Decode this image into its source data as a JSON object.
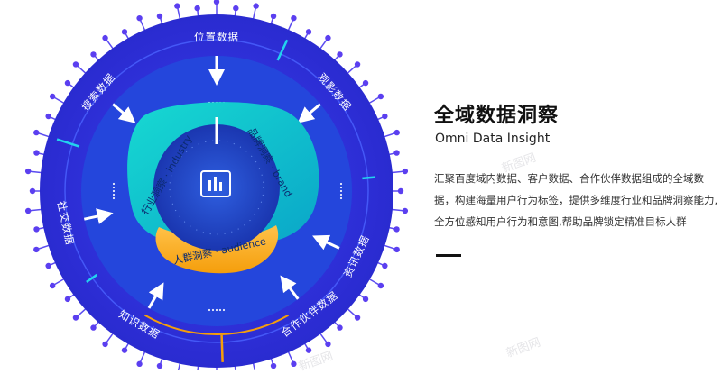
{
  "diagram": {
    "segments": [
      {
        "id": "location",
        "label": "位置数据",
        "mid": 0
      },
      {
        "id": "viewing",
        "label": "观影数据",
        "mid": 50
      },
      {
        "id": "news",
        "label": "资讯数据",
        "mid": 115
      },
      {
        "id": "partner",
        "label": "合作伙伴数据",
        "mid": 143
      },
      {
        "id": "knowledge",
        "label": "知识数据",
        "mid": 210
      },
      {
        "id": "social",
        "label": "社交数据",
        "mid": 258
      },
      {
        "id": "search",
        "label": "搜索数据",
        "mid": 310
      }
    ],
    "inner": {
      "industry": "行业洞察 · industry",
      "brand": "品牌洞察 · brand",
      "audience": "人群洞察 · audience"
    },
    "colors": {
      "outer_ring": "#2e2fd6",
      "inner_ring": "#2242d8",
      "divider_cyan": "#22d3ee",
      "divider_orange": "#f59e0b",
      "teal_blob": "#12c8c8",
      "cyan_blob": "#22d8e6",
      "orange_blob": "#fbb034",
      "core": "#1b3fb8",
      "spokes": "#5a4bf0"
    },
    "center_icon": "bar-chart-icon"
  },
  "panel": {
    "title": "全域数据洞察",
    "subtitle": "Omni Data Insight",
    "description": "汇聚百度域内数据、客户数据、合作伙伴数据组成的全域数据，构建海量用户行为标签，提供多维度行业和品牌洞察能力,全方位感知用户行为和意图,帮助品牌锁定精准目标人群"
  },
  "watermark": "新图网"
}
